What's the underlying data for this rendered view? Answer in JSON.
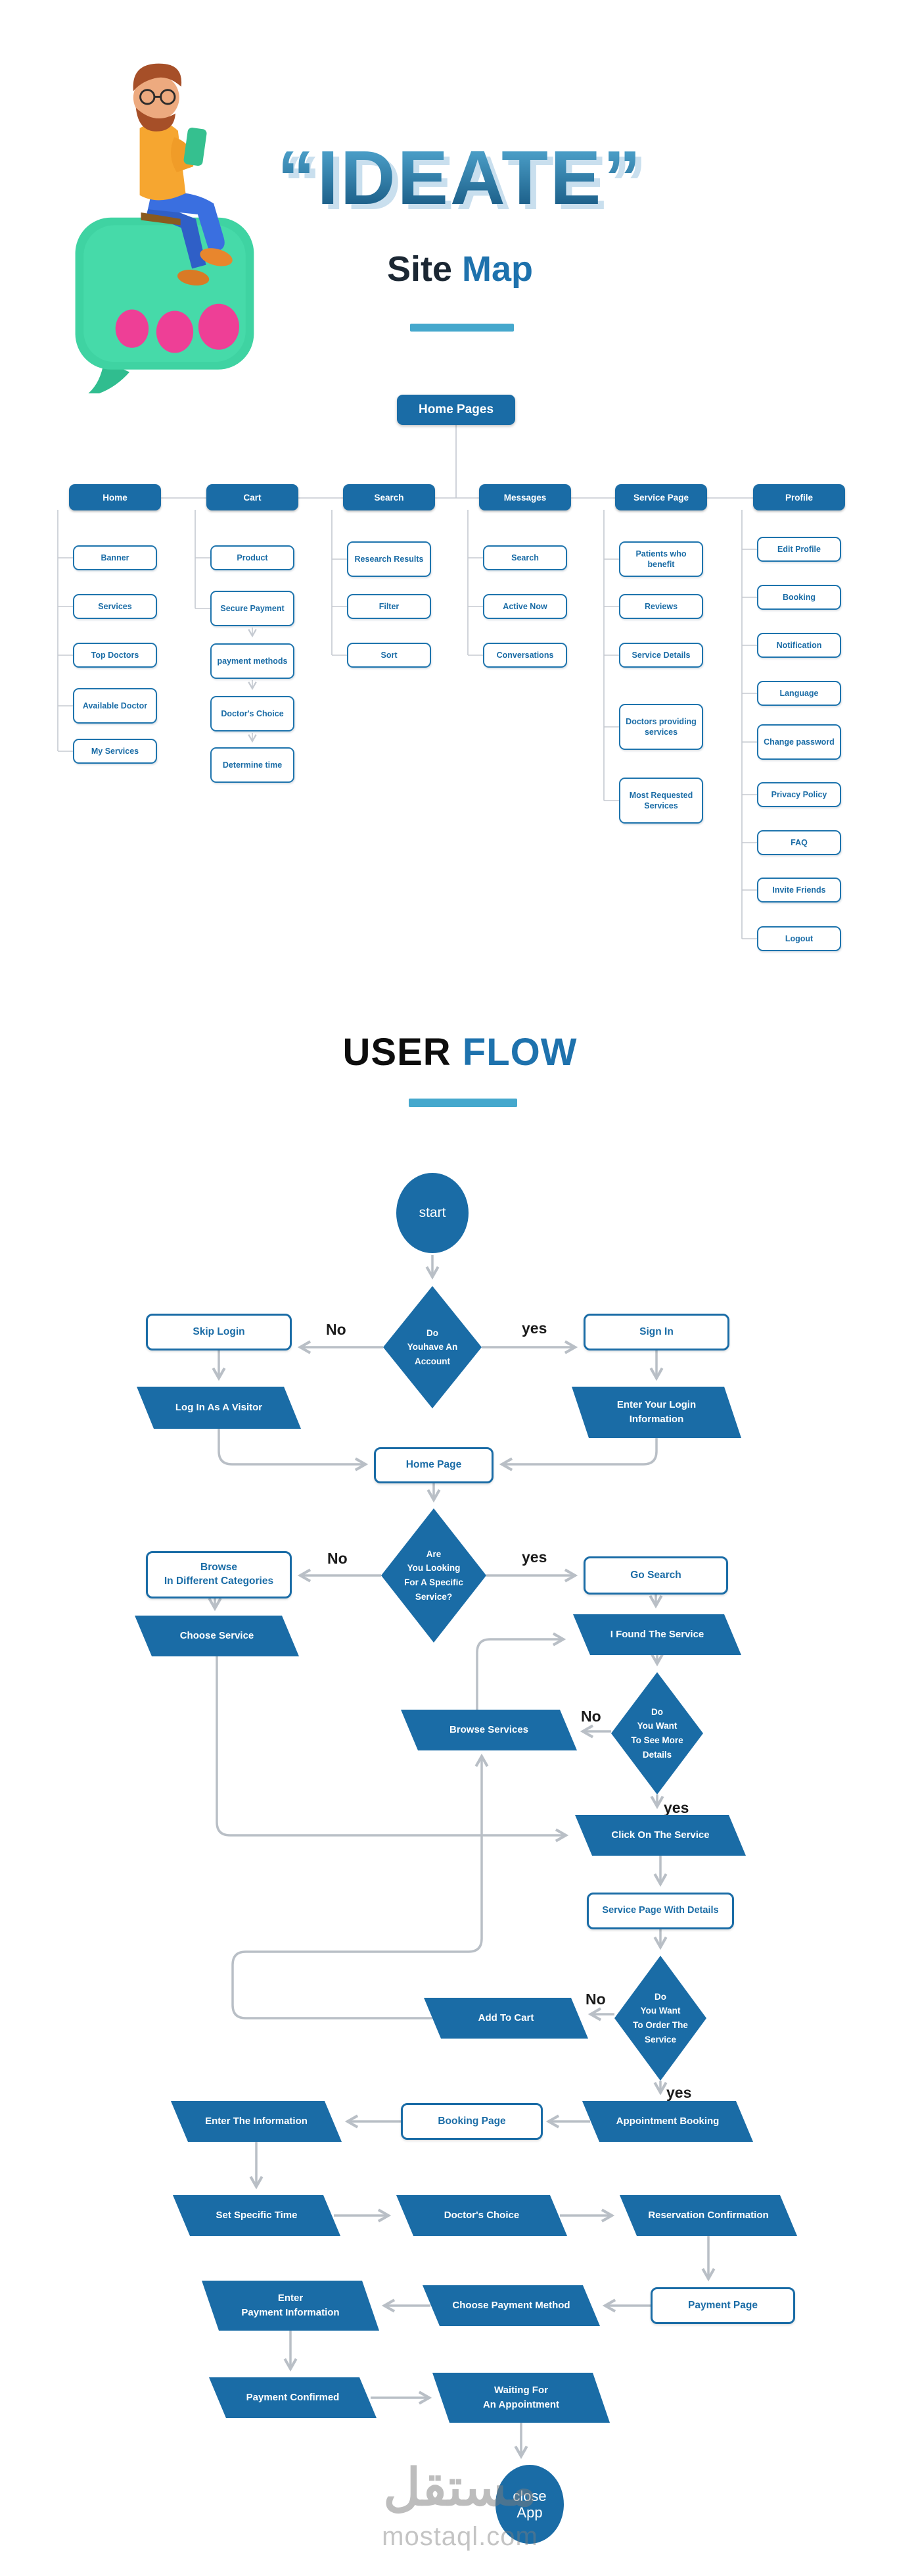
{
  "brand": {
    "title": "“IDEATE”",
    "subtitle": {
      "dark": "Site",
      "accent": "Map"
    }
  },
  "sitemap": {
    "root": "Home Pages",
    "columns": [
      {
        "label": "Home",
        "children": [
          "Banner",
          "Services",
          "Top Doctors",
          "Available Doctor",
          "My Services"
        ]
      },
      {
        "label": "Cart",
        "children": [
          "Product",
          "Secure Payment",
          "payment methods",
          "Doctor's Choice",
          "Determine time"
        ]
      },
      {
        "label": "Search",
        "children": [
          "Research Results",
          "Filter",
          "Sort"
        ]
      },
      {
        "label": "Messages",
        "children": [
          "Search",
          "Active Now",
          "Conversations"
        ]
      },
      {
        "label": "Service Page",
        "children": [
          "Patients who benefit",
          "Reviews",
          "Service Details",
          "Doctors providing services",
          "Most Requested Services"
        ]
      },
      {
        "label": "Profile",
        "children": [
          "Edit Profile",
          "Booking",
          "Notification",
          "Language",
          "Change password",
          "Privacy Policy",
          "FAQ",
          "Invite Friends",
          "Logout"
        ]
      }
    ]
  },
  "userflow": {
    "title": {
      "dark": "USER",
      "accent": "FLOW"
    },
    "nodes": {
      "start": "start",
      "q_account": {
        "l1": "Do",
        "l2": "Youhave An",
        "l3": "Account"
      },
      "skip_login": "Skip Login",
      "sign_in": "Sign In",
      "login_visitor": "Log In As A Visitor",
      "enter_login": {
        "l1": "Enter Your Login",
        "l2": "Information"
      },
      "home_page": "Home Page",
      "q_specific": {
        "l1": "Are",
        "l2": "You Looking",
        "l3": "For A Specific",
        "l4": "Service?"
      },
      "browse_categories": {
        "l1": "Browse",
        "l2": "In Different Categories"
      },
      "go_search": "Go Search",
      "choose_service": "Choose Service",
      "found_service": "I Found The Service",
      "q_details": {
        "l1": "Do",
        "l2": "You Want",
        "l3": "To See More",
        "l4": "Details"
      },
      "browse_services": "Browse Services",
      "click_service": "Click On The Service",
      "service_details": "Service Page With Details",
      "q_order": {
        "l1": "Do",
        "l2": "You Want",
        "l3": "To Order The",
        "l4": "Service"
      },
      "add_to_cart": "Add To Cart",
      "appointment": "Appointment Booking",
      "booking_page": "Booking Page",
      "enter_info": "Enter The Information",
      "set_time": "Set Specific Time",
      "doctors_choice": "Doctor's Choice",
      "reservation": "Reservation Confirmation",
      "payment_page": "Payment Page",
      "choose_payment": "Choose Payment Method",
      "enter_payment": {
        "l1": "Enter",
        "l2": "Payment Information"
      },
      "payment_confirmed": "Payment Confirmed",
      "waiting": {
        "l1": "Waiting For",
        "l2": "An Appointment"
      },
      "close_app": {
        "l1": "close",
        "l2": "App"
      }
    },
    "labels": {
      "no1": "No",
      "yes1": "yes",
      "no2": "No",
      "yes2": "yes",
      "no3": "No",
      "yes3": "yes",
      "no4": "No",
      "yes4": "yes"
    }
  },
  "watermark": {
    "name": "مستقل",
    "domain": "mostaql.com"
  },
  "colors": {
    "primary": "#1a6ca6",
    "accent_bar": "#45a8cd",
    "connector_gray": "#b9bfc6"
  }
}
